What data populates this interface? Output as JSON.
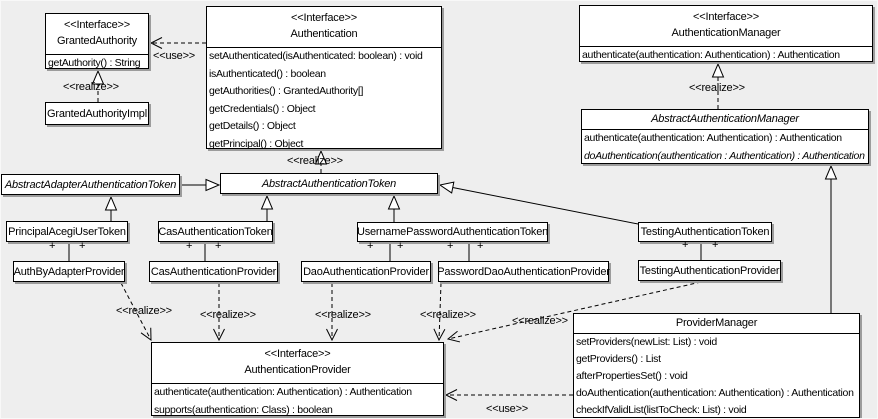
{
  "diagram_title": "Acegi Security authentication UML class diagram",
  "labels": {
    "realize": "<<realize>>",
    "use": "<<use>>",
    "plus": "+",
    "interface_stereotype": "<<Interface>>"
  },
  "colors": {
    "background": "#eeeeee",
    "box_fill": "#ffffff",
    "line": "#000000",
    "shadow": "#9c9c9c"
  },
  "classes": {
    "granted_authority": {
      "stereotype": "<<Interface>>",
      "name": "GrantedAuthority",
      "methods": [
        "getAuthority() : String"
      ]
    },
    "granted_authority_impl": {
      "name": "GrantedAuthorityImpl"
    },
    "authentication": {
      "stereotype": "<<Interface>>",
      "name": "Authentication",
      "methods": [
        "setAuthenticated(isAuthenticated: boolean) : void",
        "isAuthenticated() : boolean",
        "getAuthorities() : GrantedAuthority[]",
        "getCredentials() : Object",
        "getDetails() : Object",
        "getPrincipal() : Object"
      ]
    },
    "authentication_manager": {
      "stereotype": "<<Interface>>",
      "name": "AuthenticationManager",
      "methods": [
        "authenticate(authentication: Authentication) : Authentication"
      ]
    },
    "abstract_authentication_manager": {
      "name": "AbstractAuthenticationManager",
      "methods": [
        "authenticate(authentication: Authentication) : Authentication",
        "doAuthentication(authentication : Authentication) : Authentication"
      ]
    },
    "abstract_adapter_authentication_token": {
      "name": "AbstractAdapterAuthenticationToken"
    },
    "abstract_authentication_token": {
      "name": "AbstractAuthenticationToken"
    },
    "principal_acegi_user_token": {
      "name": "PrincipalAcegiUserToken"
    },
    "cas_authentication_token": {
      "name": "CasAuthenticationToken"
    },
    "username_password_authentication_token": {
      "name": "UsernamePasswordAuthenticationToken"
    },
    "testing_authentication_token": {
      "name": "TestingAuthenticationToken"
    },
    "auth_by_adapter_provider": {
      "name": "AuthByAdapterProvider"
    },
    "cas_authentication_provider": {
      "name": "CasAuthenticationProvider"
    },
    "dao_authentication_provider": {
      "name": "DaoAuthenticationProvider"
    },
    "password_dao_authentication_provider": {
      "name": "PasswordDaoAuthenticationProvider"
    },
    "testing_authentication_provider": {
      "name": "TestingAuthenticationProvider"
    },
    "authentication_provider": {
      "stereotype": "<<Interface>>",
      "name": "AuthenticationProvider",
      "methods": [
        "authenticate(authentication: Authentication) : Authentication",
        "supports(authentication: Class) : boolean"
      ]
    },
    "provider_manager": {
      "name": "ProviderManager",
      "methods": [
        "setProviders(newList: List) : void",
        "getProviders() : List",
        "afterPropertiesSet() : void",
        "doAuthentication(authentication: Authentication) : Authentication",
        "checkIfValidList(listToCheck: List) : void"
      ]
    }
  }
}
